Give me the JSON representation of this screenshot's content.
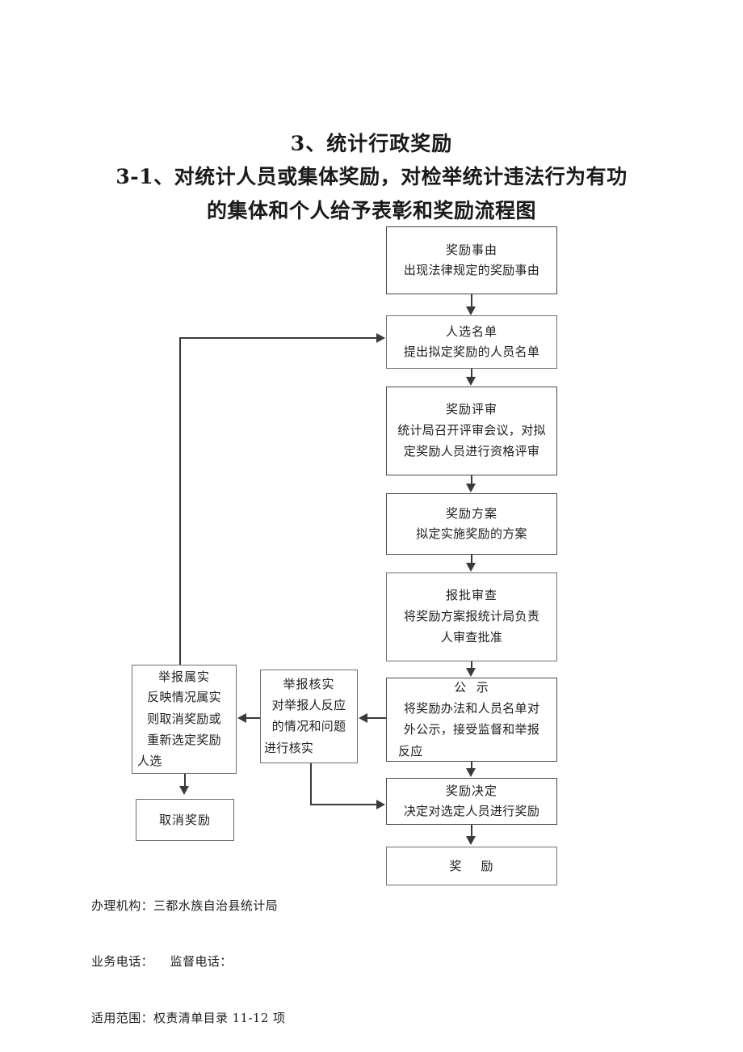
{
  "title": {
    "main": "3、统计行政奖励",
    "sub_line1": "3-1、对统计人员或集体奖励，对检举统计违法行为有功",
    "sub_line2": "的集体和个人给予表彰和奖励流程图"
  },
  "nodes": {
    "reason": {
      "title": "奖励事由",
      "desc": "出现法律规定的奖励事由"
    },
    "candidate_list": {
      "title": "人选名单",
      "desc": "提出拟定奖励的人员名单"
    },
    "review": {
      "title": "奖励评审",
      "desc_line1": "统计局召开评审会议，对拟",
      "desc_line2": "定奖励人员进行资格评审"
    },
    "plan": {
      "title": "奖励方案",
      "desc": "拟定实施奖励的方案"
    },
    "approval": {
      "title": "报批审查",
      "desc_line1": "将奖励方案报统计局负责",
      "desc_line2": "人审查批准"
    },
    "publicity": {
      "title": "公  示",
      "desc_line1": "将奖励办法和人员名单对",
      "desc_line2": "外公示，接受监督和举报",
      "desc_line3": "反应"
    },
    "decision": {
      "title": "奖励决定",
      "desc": "决定对选定人员进行奖励"
    },
    "award": {
      "title": "奖    励"
    },
    "report_verify": {
      "title": "举报核实",
      "desc_line1": "对举报人反应",
      "desc_line2": "的情况和问题",
      "desc_line3": "进行核实"
    },
    "report_true": {
      "title": "举报属实",
      "desc_line1": "反映情况属实",
      "desc_line2": "则取消奖励或",
      "desc_line3": "重新选定奖励",
      "desc_line4": "人选"
    },
    "cancel": {
      "title": "取消奖励"
    }
  },
  "footer": {
    "line1": "办理机构：三都水族自治县统计局",
    "line2": "业务电话：    监督电话：",
    "line3": "适用范围：权责清单目录 11-12 项"
  }
}
